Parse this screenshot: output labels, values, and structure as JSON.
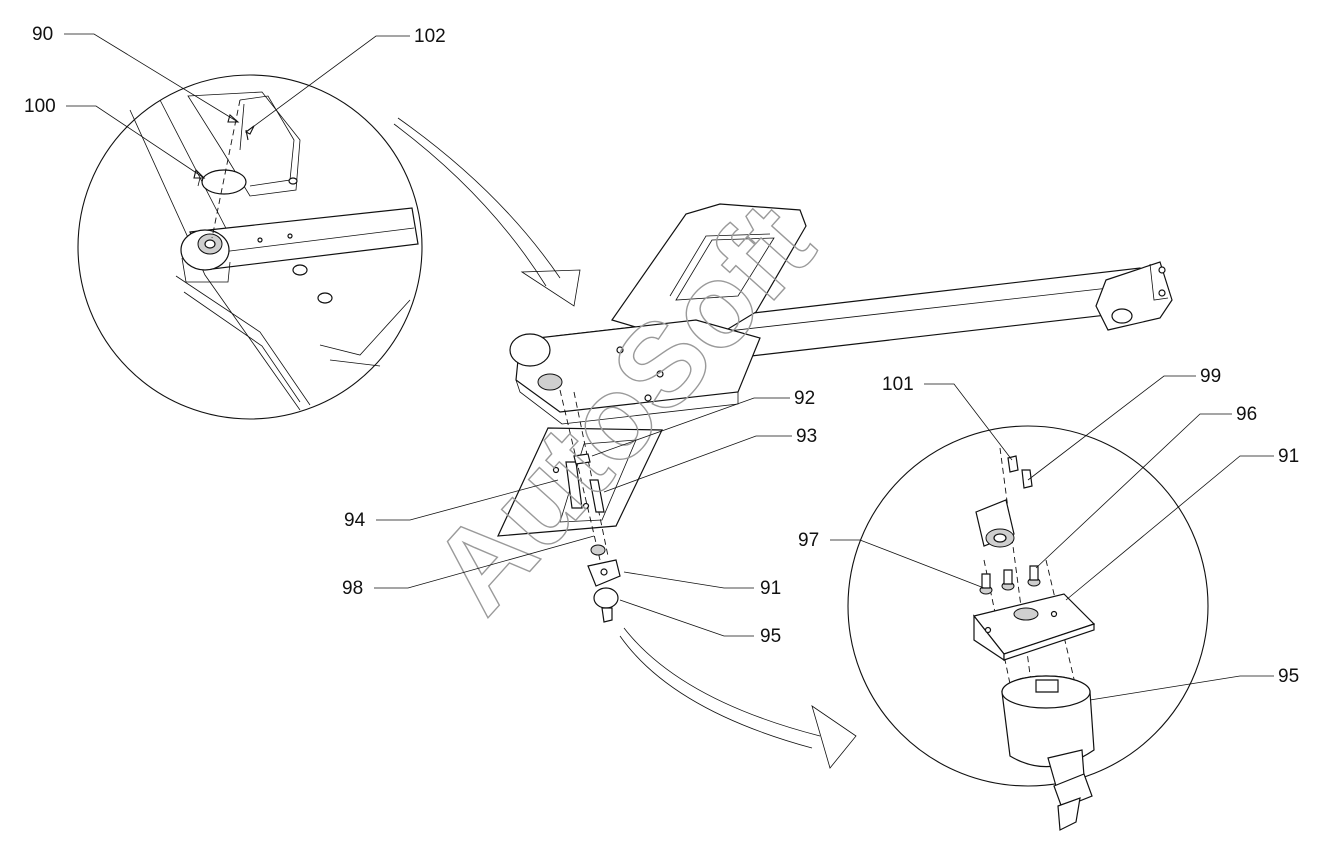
{
  "watermark": "AutoSoft",
  "callouts": {
    "c90": "90",
    "c100": "100",
    "c102": "102",
    "c92": "92",
    "c93": "93",
    "c94": "94",
    "c98": "98",
    "c91a": "91",
    "c95a": "95",
    "c101": "101",
    "c99": "99",
    "c96": "96",
    "c91b": "91",
    "c97": "97",
    "c95b": "95"
  }
}
